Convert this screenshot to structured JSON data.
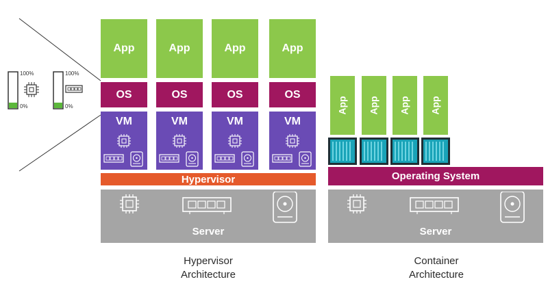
{
  "hypervisor_stack": {
    "apps": [
      "App",
      "App",
      "App",
      "App"
    ],
    "os": [
      "OS",
      "OS",
      "OS",
      "OS"
    ],
    "vms": [
      "VM",
      "VM",
      "VM",
      "VM"
    ],
    "hypervisor_label": "Hypervisor",
    "server_label": "Server",
    "caption_line1": "Hypervisor",
    "caption_line2": "Architecture"
  },
  "container_stack": {
    "apps": [
      "App",
      "App",
      "App",
      "App"
    ],
    "os_label": "Operating System",
    "server_label": "Server",
    "caption_line1": "Container",
    "caption_line2": "Architecture"
  },
  "resource_gauges": {
    "cpu": {
      "max_label": "100%",
      "min_label": "0%",
      "level": 0.15
    },
    "memory": {
      "max_label": "100%",
      "min_label": "0%",
      "level": 0.15
    }
  },
  "colors": {
    "app": "#8cc84b",
    "os": "#a0175f",
    "vm": "#6a4bb5",
    "hypervisor": "#e55a2b",
    "container": "#19a3b8",
    "server": "#a5a5a5"
  },
  "icons": [
    "cpu-icon",
    "memory-icon",
    "disk-icon",
    "container-icon"
  ]
}
